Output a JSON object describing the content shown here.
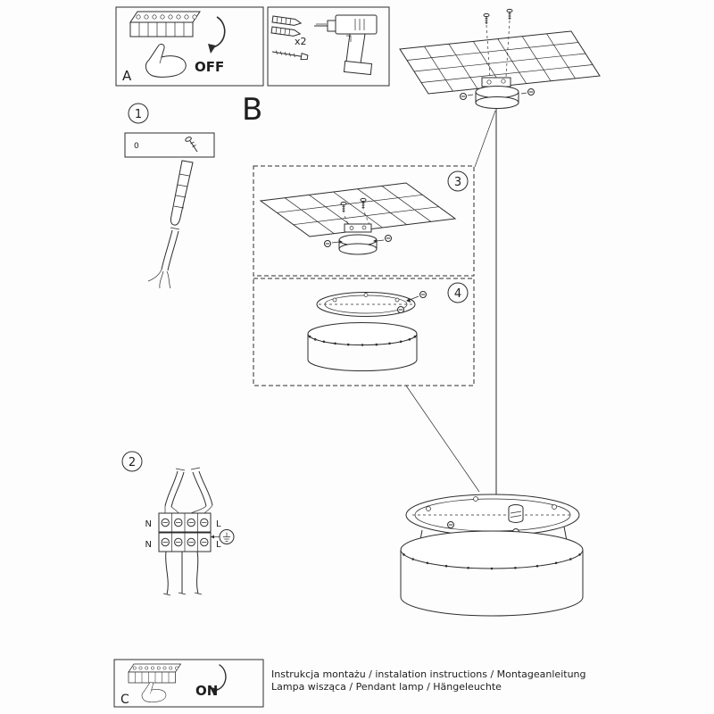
{
  "title_letters": {
    "a": "A",
    "b": "B",
    "c": "C"
  },
  "switch": {
    "off": "OFF",
    "on": "ON"
  },
  "steps": {
    "one": "1",
    "two": "2",
    "three": "3",
    "four": "4"
  },
  "tools": {
    "qty": "x2"
  },
  "anchor_box": {
    "zero": "0"
  },
  "wiring": {
    "n_top": "N",
    "l_top": "L",
    "n_bottom": "N",
    "l_bottom": "L"
  },
  "footer": {
    "line1": "Instrukcja montażu / instalation instructions / Montageanleitung",
    "line2": "Lampa wisząca / Pendant lamp / Hängeleuchte"
  }
}
